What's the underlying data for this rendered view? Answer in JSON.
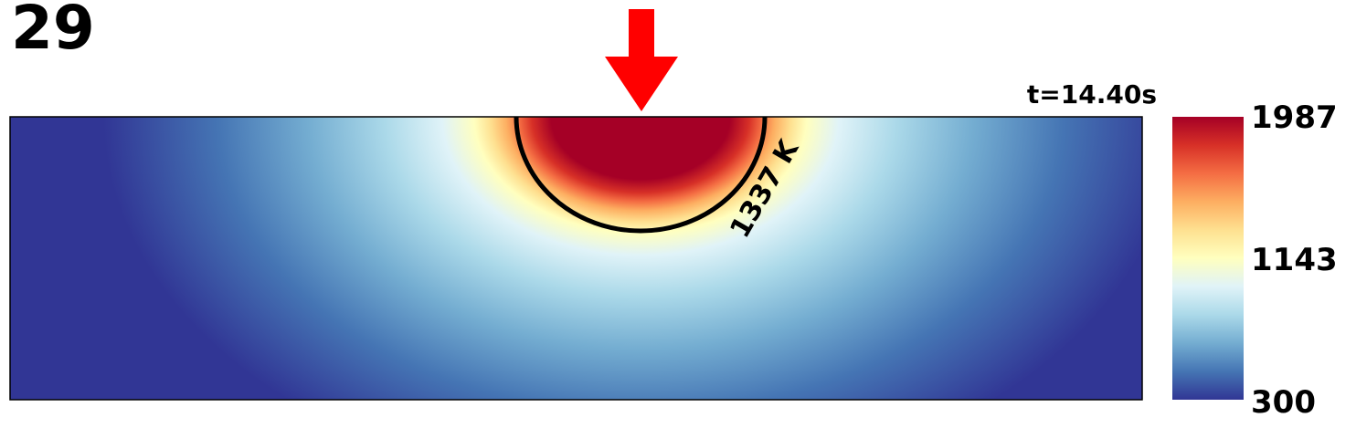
{
  "frame": "29",
  "time_label": "t=14.40s",
  "arrow_color": "#ff0000",
  "chart_data": {
    "type": "heatmap",
    "title": "",
    "xlabel": "",
    "ylabel": "",
    "value_range": [
      300,
      1987
    ],
    "colormap": "RdYlBu_r",
    "colormap_stops": [
      "#313695",
      "#4575b4",
      "#74add1",
      "#abd9e9",
      "#e0f3f8",
      "#ffffbf",
      "#fee090",
      "#fdae61",
      "#f46d43",
      "#d73027",
      "#a50026"
    ],
    "contour": {
      "level": 1337,
      "label": "1337 K",
      "color": "#000000"
    },
    "colorbar": {
      "ticks": [
        1987,
        1143,
        300
      ]
    },
    "source": {
      "position": "top-center",
      "indicator": "red-arrow"
    }
  }
}
